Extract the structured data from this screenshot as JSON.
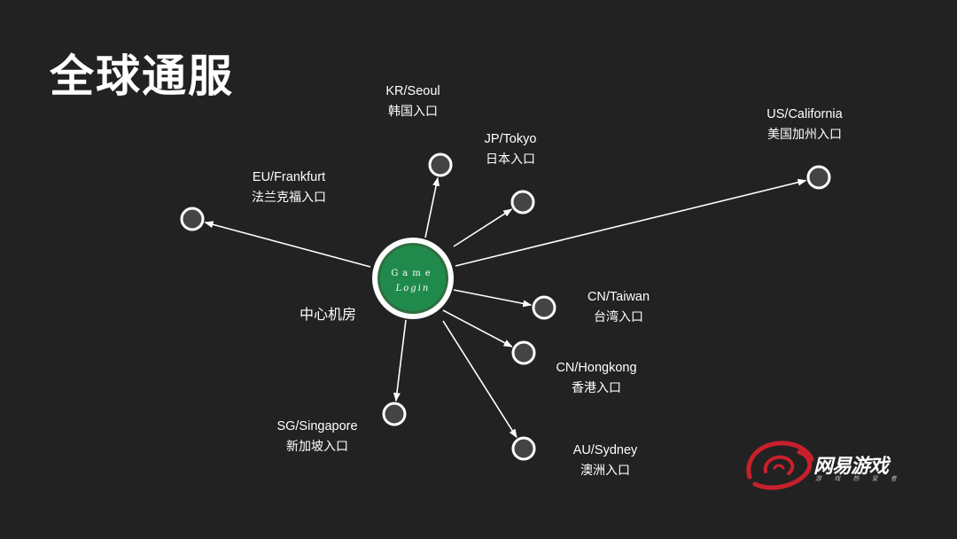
{
  "title": "全球通服",
  "center": {
    "line1": "Game",
    "line2": "Login",
    "label": "中心机房",
    "fill": "#1f8a4c",
    "ring": "#ffffff"
  },
  "nodes": [
    {
      "id": "kr",
      "en": "KR/Seoul",
      "zh": "韩国入口"
    },
    {
      "id": "jp",
      "en": "JP/Tokyo",
      "zh": "日本入口"
    },
    {
      "id": "us",
      "en": "US/California",
      "zh": "美国加州入口"
    },
    {
      "id": "eu",
      "en": "EU/Frankfurt",
      "zh": "法兰克福入口"
    },
    {
      "id": "tw",
      "en": "CN/Taiwan",
      "zh": "台湾入口"
    },
    {
      "id": "hk",
      "en": "CN/Hongkong",
      "zh": "香港入口"
    },
    {
      "id": "sg",
      "en": "SG/Singapore",
      "zh": "新加坡入口"
    },
    {
      "id": "au",
      "en": "AU/Sydney",
      "zh": "澳洲入口"
    }
  ],
  "brand": {
    "name": "网易游戏",
    "tagline": "游 戏 热 爱 者",
    "accent": "#c8202b"
  },
  "colors": {
    "background": "#222222",
    "node_fill": "#444444",
    "node_ring": "#ffffff",
    "arrow": "#ffffff"
  }
}
